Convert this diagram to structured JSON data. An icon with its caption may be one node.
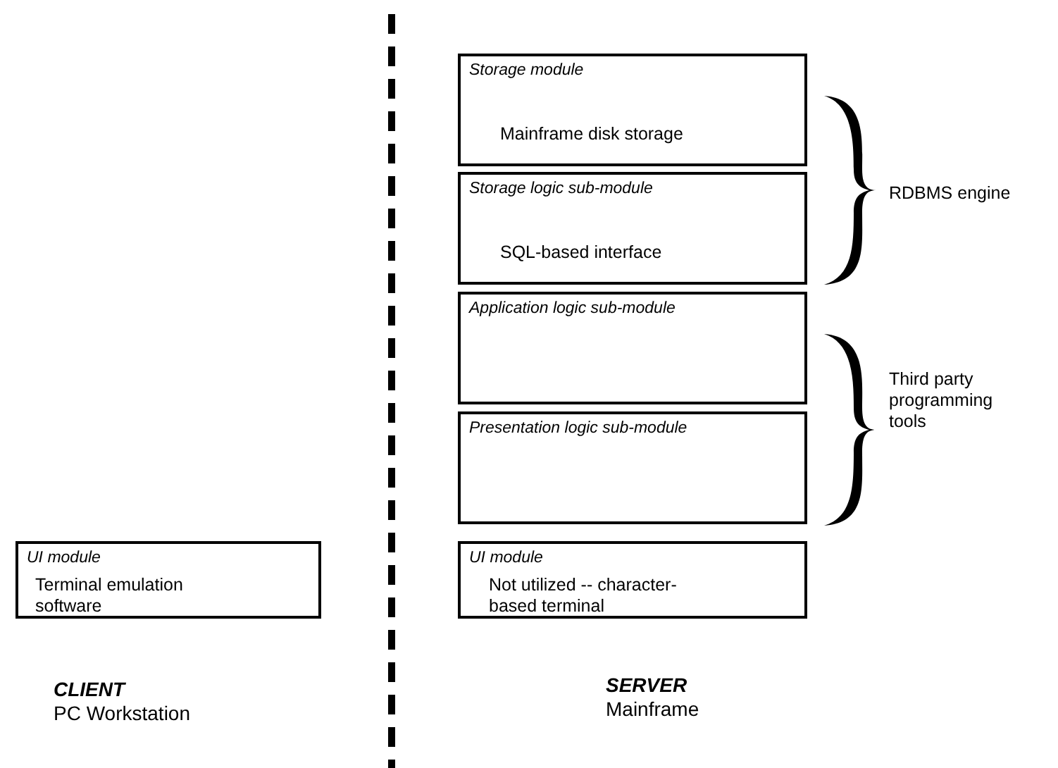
{
  "diagram": {
    "nodes": [
      {
        "text": [
          "Storage module",
          "Mainframe disk storage"
        ]
      },
      {
        "text": [
          "Storage logic sub-module",
          "SQL-based interface"
        ]
      },
      {
        "text": [
          "Application logic sub-module"
        ]
      },
      {
        "text": [
          "Presentation logic sub-module"
        ]
      },
      {
        "text": [
          "UI module",
          "Terminal emulation software"
        ]
      },
      {
        "text": [
          "UI module",
          "Not utilized -- character-based terminal"
        ]
      },
      {
        "text": [],
        "shape": "brace",
        "beside": [
          "RDBMS engine"
        ]
      },
      {
        "text": [],
        "shape": "brace",
        "beside": [
          "Third party programming tools"
        ]
      }
    ],
    "edges": [],
    "labels": [
      "CLIENT",
      "PC Workstation",
      "SERVER",
      "Mainframe"
    ]
  }
}
